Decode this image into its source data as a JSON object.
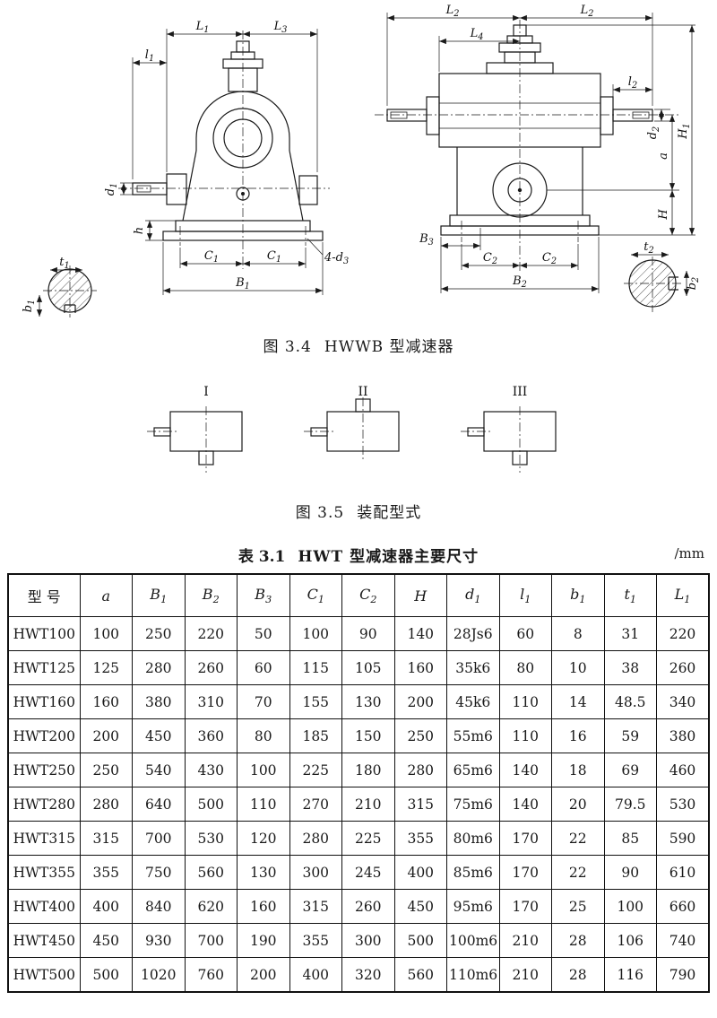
{
  "figure34": {
    "caption_prefix": "图 3.4",
    "caption_title": "HWWB 型减速器",
    "labels": {
      "L1": {
        "base": "L",
        "sub": "1"
      },
      "L3": {
        "base": "L",
        "sub": "3"
      },
      "l1": {
        "base": "l",
        "sub": "1"
      },
      "d1": {
        "base": "d",
        "sub": "1"
      },
      "h": "h",
      "C1": {
        "base": "C",
        "sub": "1"
      },
      "B1": {
        "base": "B",
        "sub": "1"
      },
      "d3": {
        "base": "4-d",
        "sub": "3"
      },
      "t1": {
        "base": "t",
        "sub": "1"
      },
      "b1": {
        "base": "b",
        "sub": "1"
      },
      "L2": {
        "base": "L",
        "sub": "2"
      },
      "L4": {
        "base": "L",
        "sub": "4"
      },
      "l2": {
        "base": "l",
        "sub": "2"
      },
      "d2": {
        "base": "d",
        "sub": "2"
      },
      "H1": {
        "base": "H",
        "sub": "1"
      },
      "a": "a",
      "H": "H",
      "B3": {
        "base": "B",
        "sub": "3"
      },
      "C2": {
        "base": "C",
        "sub": "2"
      },
      "B2": {
        "base": "B",
        "sub": "2"
      },
      "t2": {
        "base": "t",
        "sub": "2"
      },
      "b2": {
        "base": "b",
        "sub": "2"
      }
    }
  },
  "figure35": {
    "caption_prefix": "图 3.5",
    "caption_title": "装配型式",
    "items": [
      "I",
      "II",
      "III"
    ]
  },
  "table31": {
    "caption_prefix": "表 3.1",
    "caption_title": "HWT 型减速器主要尺寸",
    "unit": "/mm",
    "columns": [
      {
        "base": "型  号",
        "italic": false
      },
      {
        "base": "a",
        "italic": true
      },
      {
        "base": "B",
        "sub": "1",
        "italic": true
      },
      {
        "base": "B",
        "sub": "2",
        "italic": true
      },
      {
        "base": "B",
        "sub": "3",
        "italic": true
      },
      {
        "base": "C",
        "sub": "1",
        "italic": true
      },
      {
        "base": "C",
        "sub": "2",
        "italic": true
      },
      {
        "base": "H",
        "italic": true
      },
      {
        "base": "d",
        "sub": "1",
        "italic": true
      },
      {
        "base": "l",
        "sub": "1",
        "italic": true
      },
      {
        "base": "b",
        "sub": "1",
        "italic": true
      },
      {
        "base": "t",
        "sub": "1",
        "italic": true
      },
      {
        "base": "L",
        "sub": "1",
        "italic": true
      }
    ],
    "rows": [
      [
        "HWT100",
        "100",
        "250",
        "220",
        "50",
        "100",
        "90",
        "140",
        "28Js6",
        "60",
        "8",
        "31",
        "220"
      ],
      [
        "HWT125",
        "125",
        "280",
        "260",
        "60",
        "115",
        "105",
        "160",
        "35k6",
        "80",
        "10",
        "38",
        "260"
      ],
      [
        "HWT160",
        "160",
        "380",
        "310",
        "70",
        "155",
        "130",
        "200",
        "45k6",
        "110",
        "14",
        "48.5",
        "340"
      ],
      [
        "HWT200",
        "200",
        "450",
        "360",
        "80",
        "185",
        "150",
        "250",
        "55m6",
        "110",
        "16",
        "59",
        "380"
      ],
      [
        "HWT250",
        "250",
        "540",
        "430",
        "100",
        "225",
        "180",
        "280",
        "65m6",
        "140",
        "18",
        "69",
        "460"
      ],
      [
        "HWT280",
        "280",
        "640",
        "500",
        "110",
        "270",
        "210",
        "315",
        "75m6",
        "140",
        "20",
        "79.5",
        "530"
      ],
      [
        "HWT315",
        "315",
        "700",
        "530",
        "120",
        "280",
        "225",
        "355",
        "80m6",
        "170",
        "22",
        "85",
        "590"
      ],
      [
        "HWT355",
        "355",
        "750",
        "560",
        "130",
        "300",
        "245",
        "400",
        "85m6",
        "170",
        "22",
        "90",
        "610"
      ],
      [
        "HWT400",
        "400",
        "840",
        "620",
        "160",
        "315",
        "260",
        "450",
        "95m6",
        "170",
        "25",
        "100",
        "660"
      ],
      [
        "HWT450",
        "450",
        "930",
        "700",
        "190",
        "355",
        "300",
        "500",
        "100m6",
        "210",
        "28",
        "106",
        "740"
      ],
      [
        "HWT500",
        "500",
        "1020",
        "760",
        "200",
        "400",
        "320",
        "560",
        "110m6",
        "210",
        "28",
        "116",
        "790"
      ]
    ]
  }
}
